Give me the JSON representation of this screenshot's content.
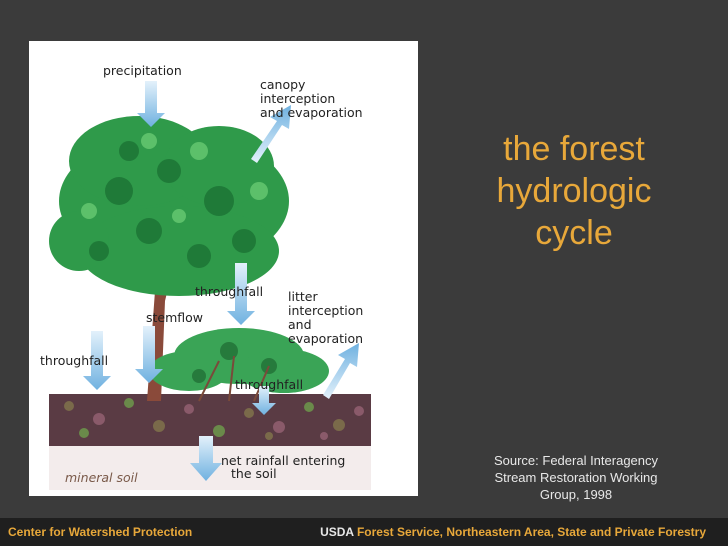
{
  "title_lines": [
    "the forest",
    "hydrologic",
    "cycle"
  ],
  "source_lines": [
    "Source: Federal Interagency",
    "Stream Restoration Working",
    "Group, 1998"
  ],
  "footer": {
    "left": "Center for Watershed Protection",
    "usda": "USDA",
    "right": " Forest Service, Northeastern Area, State and Private Forestry"
  },
  "diagram_labels": {
    "precipitation": "precipitation",
    "canopy_1": "canopy",
    "canopy_2": "interception",
    "canopy_3": "and evaporation",
    "throughfall_top": "throughfall",
    "litter_1": "litter",
    "litter_2": "interception",
    "litter_3": "and",
    "litter_4": "evaporation",
    "stemflow": "stemflow",
    "throughfall_left": "throughfall",
    "throughfall_bottom": "throughfall",
    "net_1": "net rainfall entering",
    "net_2": "the soil",
    "mineral_soil": "mineral soil"
  },
  "colors": {
    "background": "#3b3b3b",
    "title": "#e8a83a",
    "arrow": "#8fc3e8",
    "canopy": "#2f9a4a"
  }
}
